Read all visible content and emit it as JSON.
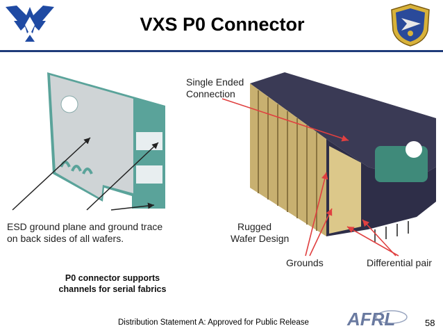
{
  "slide": {
    "title": "VXS P0 Connector",
    "callouts": {
      "single_ended": [
        "Single Ended",
        "Connection"
      ],
      "esd": [
        "ESD ground plane and ground trace",
        "on back sides of all wafers."
      ],
      "rugged": [
        "Rugged",
        "Wafer Design"
      ],
      "grounds": "Grounds",
      "differential": "Differential pair"
    },
    "note": [
      "P0 connector supports",
      "channels for serial fabrics"
    ],
    "footer": "Distribution Statement A:  Approved for Public Release",
    "page_number": "58",
    "logo_text": "AFRL"
  },
  "colors": {
    "title_rule": "#1f3b7a",
    "arrow_red": "#e04040",
    "arrow_black": "#222222",
    "pcb_board": "#5aa39a",
    "pcb_plane": "#cfd4d6",
    "connector_body": "#3a3a55",
    "wafer": "#c8b070"
  },
  "icons": {
    "left_logo": "air-force-wings-icon",
    "right_logo": "afrl-shield-icon"
  }
}
